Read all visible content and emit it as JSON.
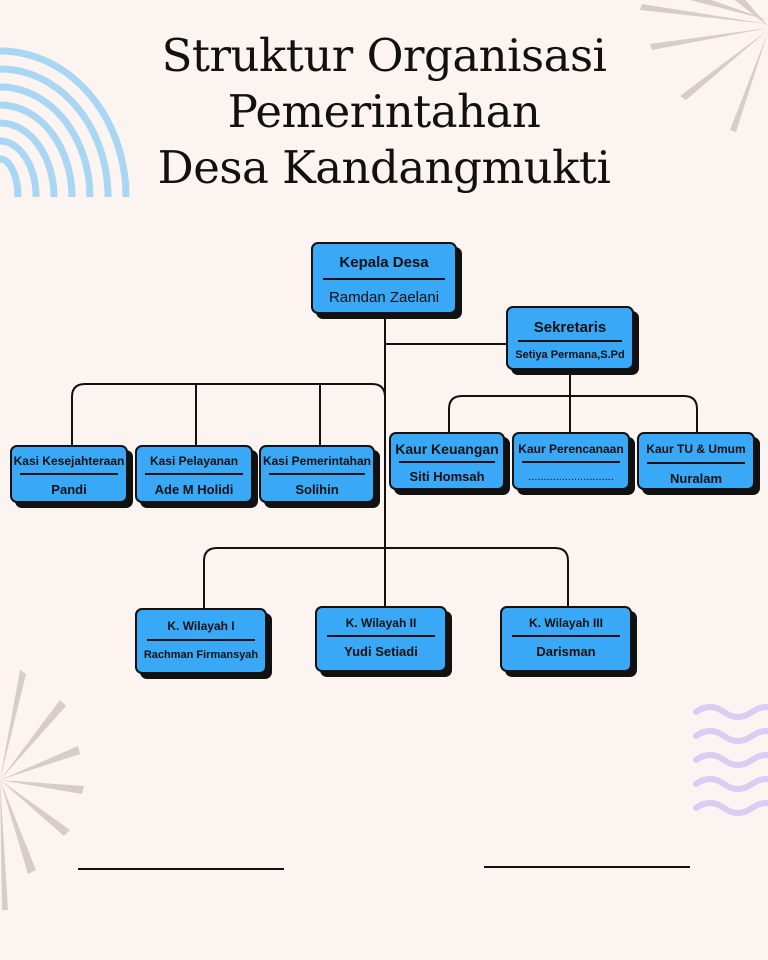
{
  "title": {
    "line1": "Struktur Organisasi",
    "line2": "Pemerintahan",
    "line3": "Desa Kandangmukti"
  },
  "kepala_desa": {
    "role": "Kepala Desa",
    "name": "Ramdan Zaelani"
  },
  "sekretaris": {
    "role": "Sekretaris",
    "name": "Setiya Permana,S.Pd"
  },
  "kasi": [
    {
      "role": "Kasi Kesejahteraan",
      "name": "Pandi"
    },
    {
      "role": "Kasi Pelayanan",
      "name": "Ade M Holidi"
    },
    {
      "role": "Kasi Pemerintahan",
      "name": "Solihin"
    }
  ],
  "kaur": [
    {
      "role": "Kaur Keuangan",
      "name": "Siti Homsah"
    },
    {
      "role": "Kaur Perencanaan",
      "name": "............................"
    },
    {
      "role": "Kaur TU & Umum",
      "name": "Nuralam"
    }
  ],
  "wilayah": [
    {
      "role": "K. Wilayah I",
      "name": "Rachman Firmansyah"
    },
    {
      "role": "K. Wilayah II",
      "name": "Yudi Setiadi"
    },
    {
      "role": "K. Wilayah III",
      "name": "Darisman"
    }
  ],
  "colors": {
    "background": "#fcf4f0",
    "box": "#39a8f6",
    "arcs": "#a9d6f2",
    "rays": "#d8ccc6",
    "waves": "#d9cdf4"
  }
}
